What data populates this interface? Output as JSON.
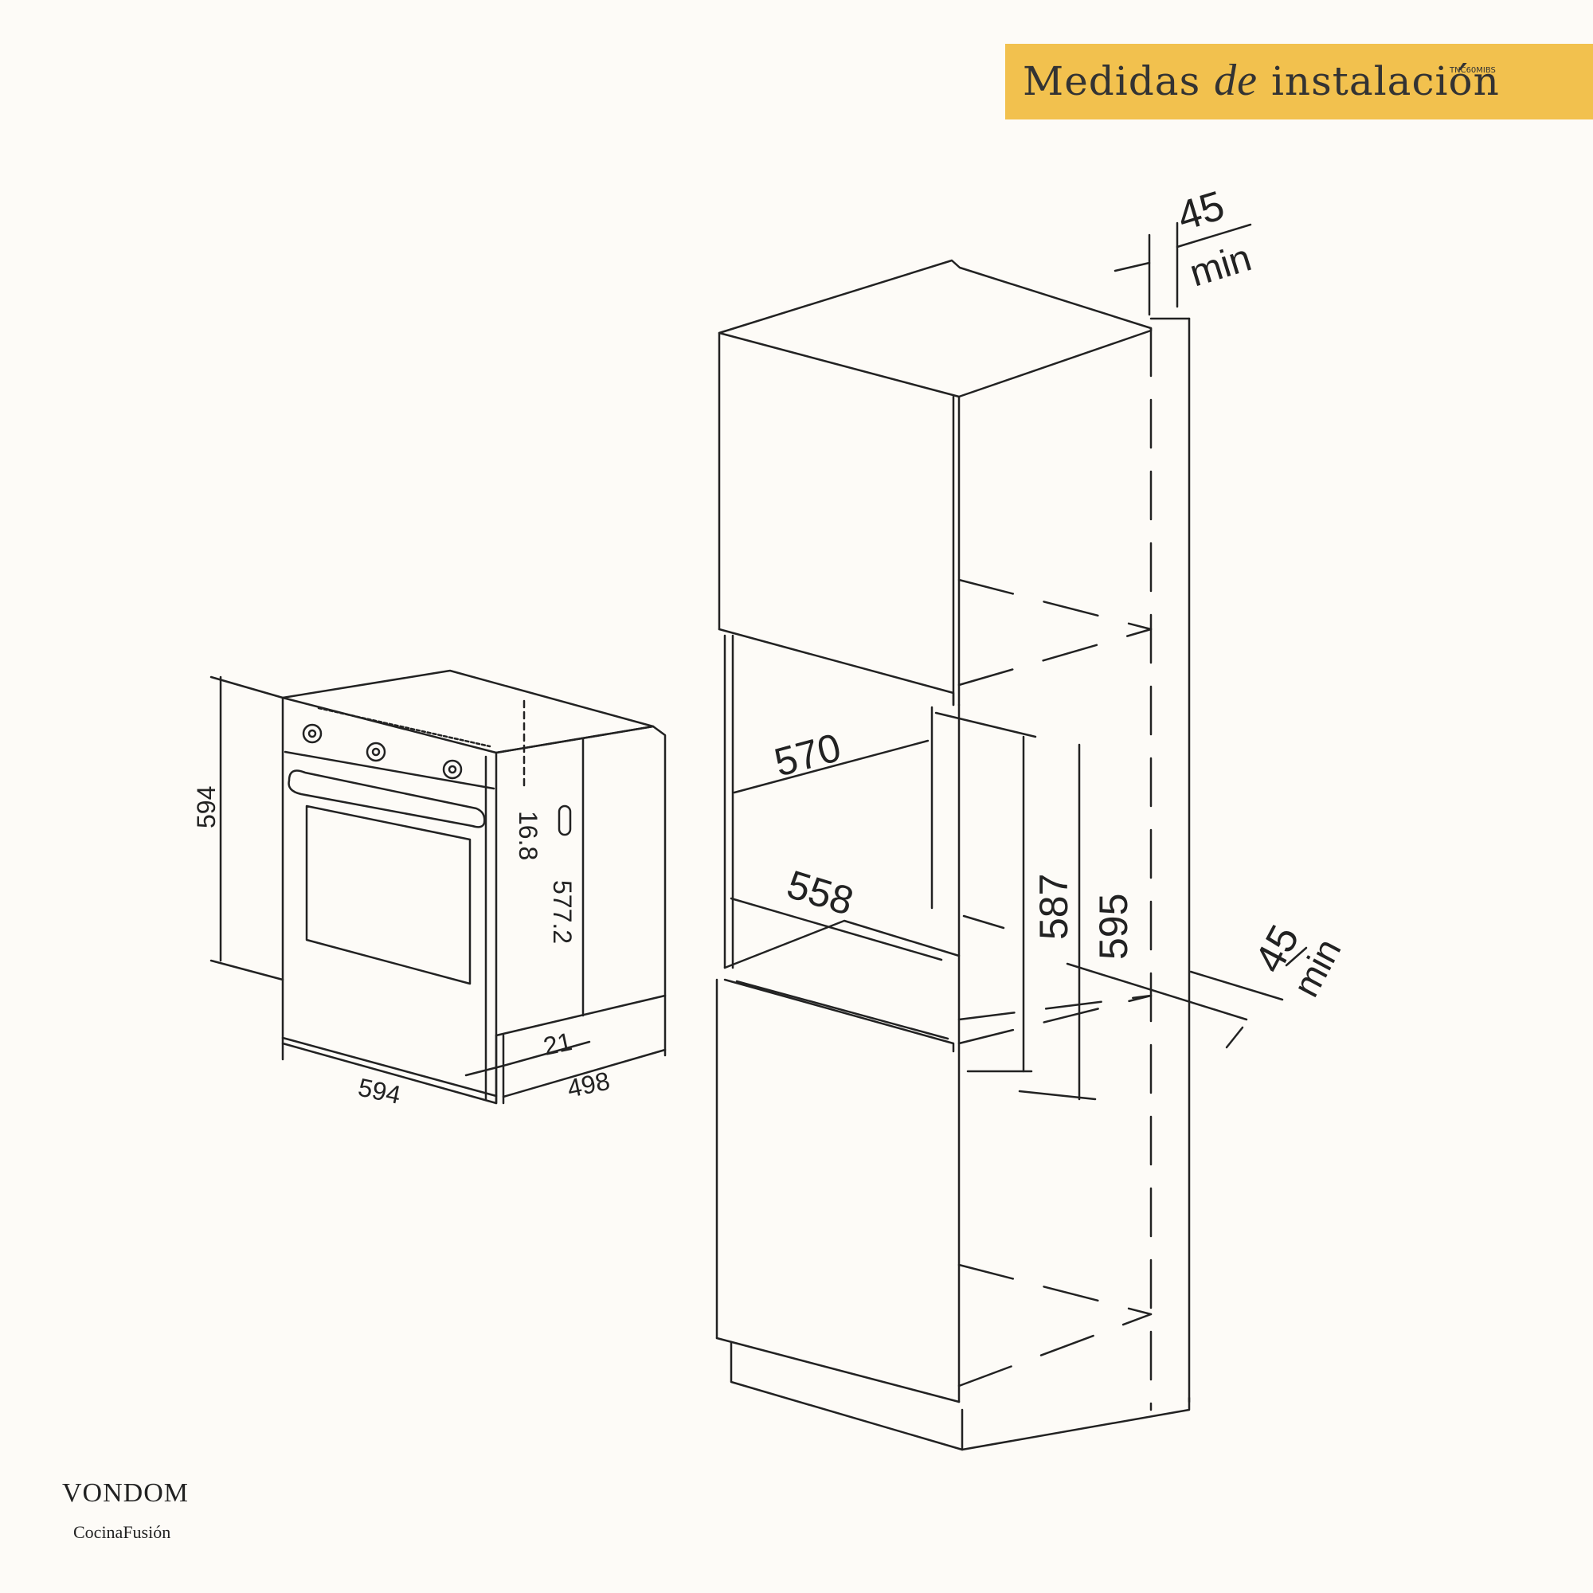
{
  "header": {
    "title_part1": "Medidas",
    "title_part2": "de",
    "title_part3": "instalación",
    "model_code": "TNC60MIBS",
    "background_color": "#f2c14e"
  },
  "oven_dimensions": {
    "height": "594",
    "width": "594",
    "depth": "498",
    "panel_thickness": "21",
    "panel_height": "16.8",
    "body_height": "577.2"
  },
  "cabinet_dimensions": {
    "top_clearance": "45",
    "top_clearance_unit": "min",
    "niche_width": "570",
    "niche_depth": "558",
    "niche_height_min": "587",
    "niche_height_max": "595",
    "side_clearance": "45",
    "side_clearance_unit": "min"
  },
  "footer": {
    "brand": "VONDOM",
    "sub_brand": "CocinaFusión"
  }
}
